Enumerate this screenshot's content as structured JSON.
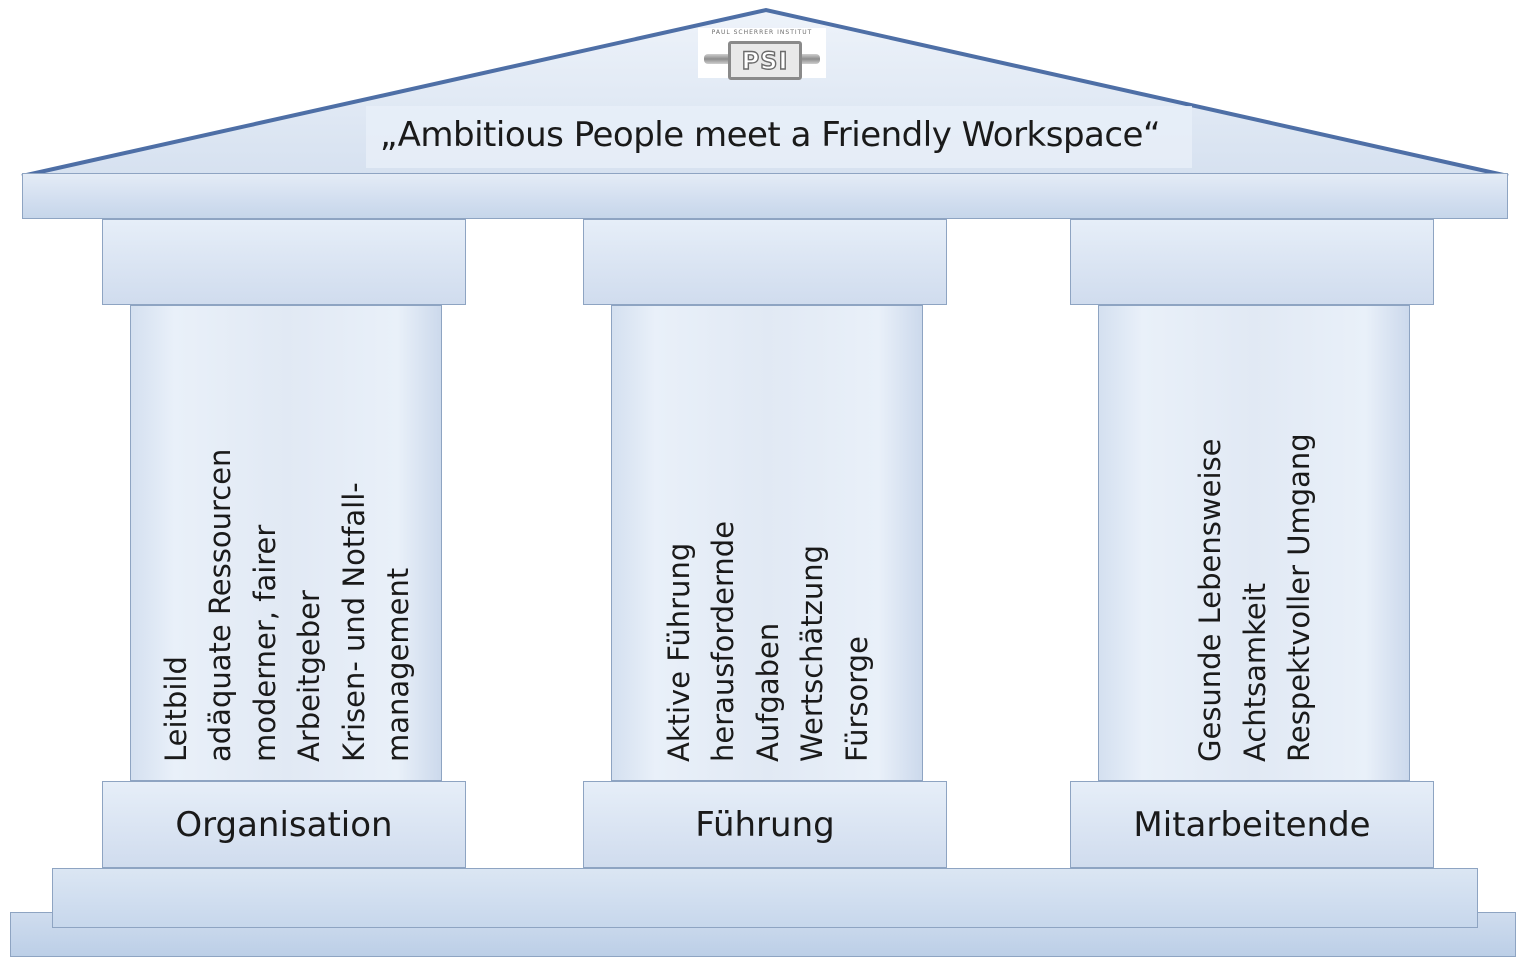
{
  "roof": {
    "slogan": "„Ambitious People meet a Friendly Workspace“",
    "logo": {
      "top_text": "PAUL SCHERRER INSTITUT",
      "mark": "PSI"
    }
  },
  "pillars": [
    {
      "label": "Organisation",
      "items": [
        "Leitbild",
        "adäquate Ressourcen",
        "moderner, fairer",
        "Arbeitgeber",
        "Krisen- und Notfall-",
        "management"
      ]
    },
    {
      "label": "Führung",
      "items": [
        "Aktive Führung",
        "herausfordernde",
        "Aufgaben",
        "Wertschätzung",
        "Fürsorge"
      ]
    },
    {
      "label": "Mitarbeitende",
      "items": [
        "Gesunde Lebensweise",
        "Achtsamkeit",
        "Respektvoller Umgang"
      ]
    }
  ],
  "colors": {
    "stroke": "#8ea4c2",
    "roof_edge": "#4e6fa6",
    "fill_light": "#e6eef8",
    "fill_mid": "#d0dcee"
  }
}
